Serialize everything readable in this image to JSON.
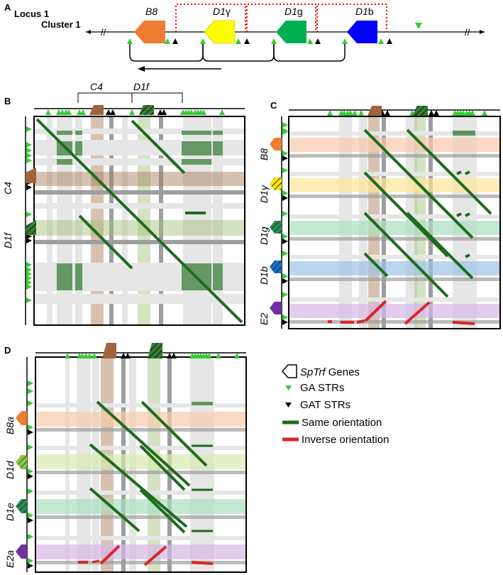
{
  "panel_a": {
    "letter": "A",
    "locus": "Locus 1",
    "cluster": "Cluster 1",
    "genes": [
      {
        "label": "B8",
        "label_style": "italic",
        "color": "#ed7d31"
      },
      {
        "label": "D1",
        "suffix": "γ",
        "color": "#ffff00"
      },
      {
        "label": "D1",
        "suffix": "g",
        "color": "#00b050"
      },
      {
        "label": "D1",
        "suffix": "b",
        "color": "#0000ff"
      }
    ],
    "duplication_link_color": "#ff0000"
  },
  "panel_b": {
    "letter": "B",
    "top_brackets": [
      "C4",
      "D1f"
    ],
    "left_labels": [
      "C4",
      "D1f"
    ],
    "gene_colors": {
      "C4": "#a0643c",
      "D1f": "#2e6b2e"
    }
  },
  "panel_c": {
    "letter": "C",
    "left_labels": [
      "B8",
      "D1γ",
      "D1g",
      "D1b",
      "E2"
    ],
    "band_colors": [
      "#f8cbad",
      "#ffe699",
      "#a9dfbf",
      "#9dc3e6",
      "#d5b8e8"
    ],
    "gene_colors": [
      "#ed7d31",
      "#ffd700",
      "#2e8b57",
      "#1f6fbf",
      "#7030a0"
    ]
  },
  "panel_d": {
    "letter": "D",
    "left_labels": [
      "B8a",
      "D1d",
      "D1e",
      "E2a"
    ],
    "band_colors": [
      "#f8cbad",
      "#d8e9b0",
      "#a9dfbf",
      "#d5b8e8"
    ],
    "gene_colors": [
      "#ed7d31",
      "#8bc34a",
      "#2e8b57",
      "#7030a0"
    ]
  },
  "legend": {
    "items": [
      {
        "label_italic": "SpTrf",
        "label": " Genes",
        "symbol": "gene-outline"
      },
      {
        "label": "GA STRs",
        "symbol": "green-triangle",
        "color": "#33cc33"
      },
      {
        "label": "GAT STRs",
        "symbol": "black-triangle",
        "color": "#000000"
      },
      {
        "label": "Same orientation",
        "symbol": "line",
        "color": "#1e6b1e"
      },
      {
        "label": "Inverse orientation",
        "symbol": "line",
        "color": "#d62828"
      }
    ]
  }
}
